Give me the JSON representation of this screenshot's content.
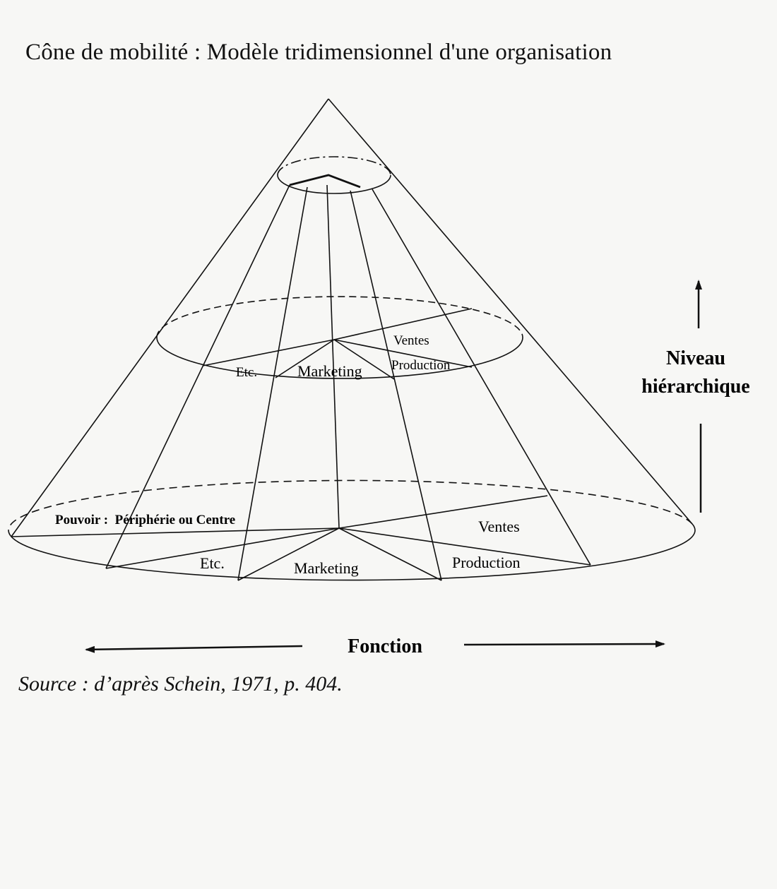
{
  "title": "Cône de mobilité : Modèle tridimensionnel d'une organisation",
  "source": "Source : d’après Schein, 1971, p. 404.",
  "axes": {
    "vertical_line1": "Niveau",
    "vertical_line2": "hiérarchique",
    "horizontal": "Fonction"
  },
  "middle_disc": {
    "ventes": "Ventes",
    "production": "Production",
    "marketing": "Marketing",
    "etc": "Etc."
  },
  "base_disc": {
    "pouvoir": "Pouvoir :  Périphérie ou Centre",
    "ventes": "Ventes",
    "production": "Production",
    "marketing": "Marketing",
    "etc": "Etc."
  },
  "colors": {
    "ink": "#111111",
    "paper": "#f7f7f5"
  }
}
